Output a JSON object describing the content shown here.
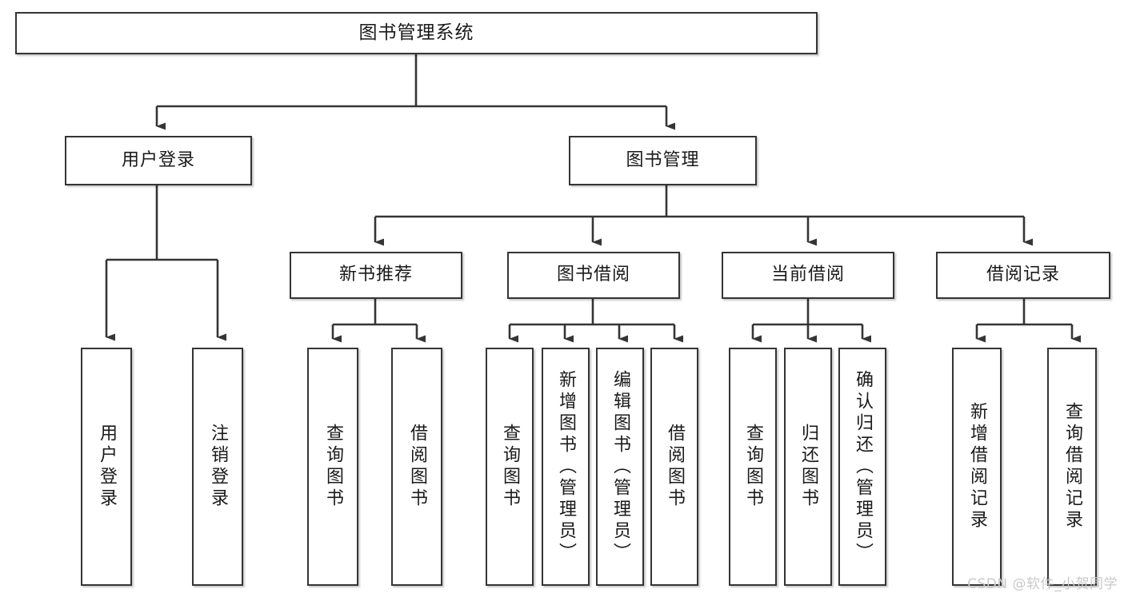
{
  "diagram": {
    "type": "tree-hierarchy",
    "title": "图书管理系统",
    "orientation": "top-down",
    "line_color": "#353535",
    "box_fill": "#ffffff",
    "text_color": "#1a1a1a",
    "nodes": {
      "root": {
        "label": "图书管理系统"
      },
      "level2": [
        {
          "label": "用户登录"
        },
        {
          "label": "图书管理"
        }
      ],
      "level3": [
        {
          "label": "新书推荐"
        },
        {
          "label": "图书借阅"
        },
        {
          "label": "当前借阅"
        },
        {
          "label": "借阅记录"
        }
      ],
      "leaves_user_login": [
        {
          "label": "用户登录"
        },
        {
          "label": "注销登录"
        }
      ],
      "leaves_new_book": [
        {
          "label": "查询图书"
        },
        {
          "label": "借阅图书"
        }
      ],
      "leaves_book_borrow": [
        {
          "label": "查询图书"
        },
        {
          "label": "新增图书（管理员）"
        },
        {
          "label": "编辑图书（管理员）"
        },
        {
          "label": "借阅图书"
        }
      ],
      "leaves_current_borrow": [
        {
          "label": "查询图书"
        },
        {
          "label": "归还图书"
        },
        {
          "label": "确认归还（管理员）"
        }
      ],
      "leaves_borrow_record": [
        {
          "label": "新增借阅记录"
        },
        {
          "label": "查询借阅记录"
        }
      ]
    }
  },
  "watermark": {
    "text": "CSDN @软件_小贺同学"
  }
}
